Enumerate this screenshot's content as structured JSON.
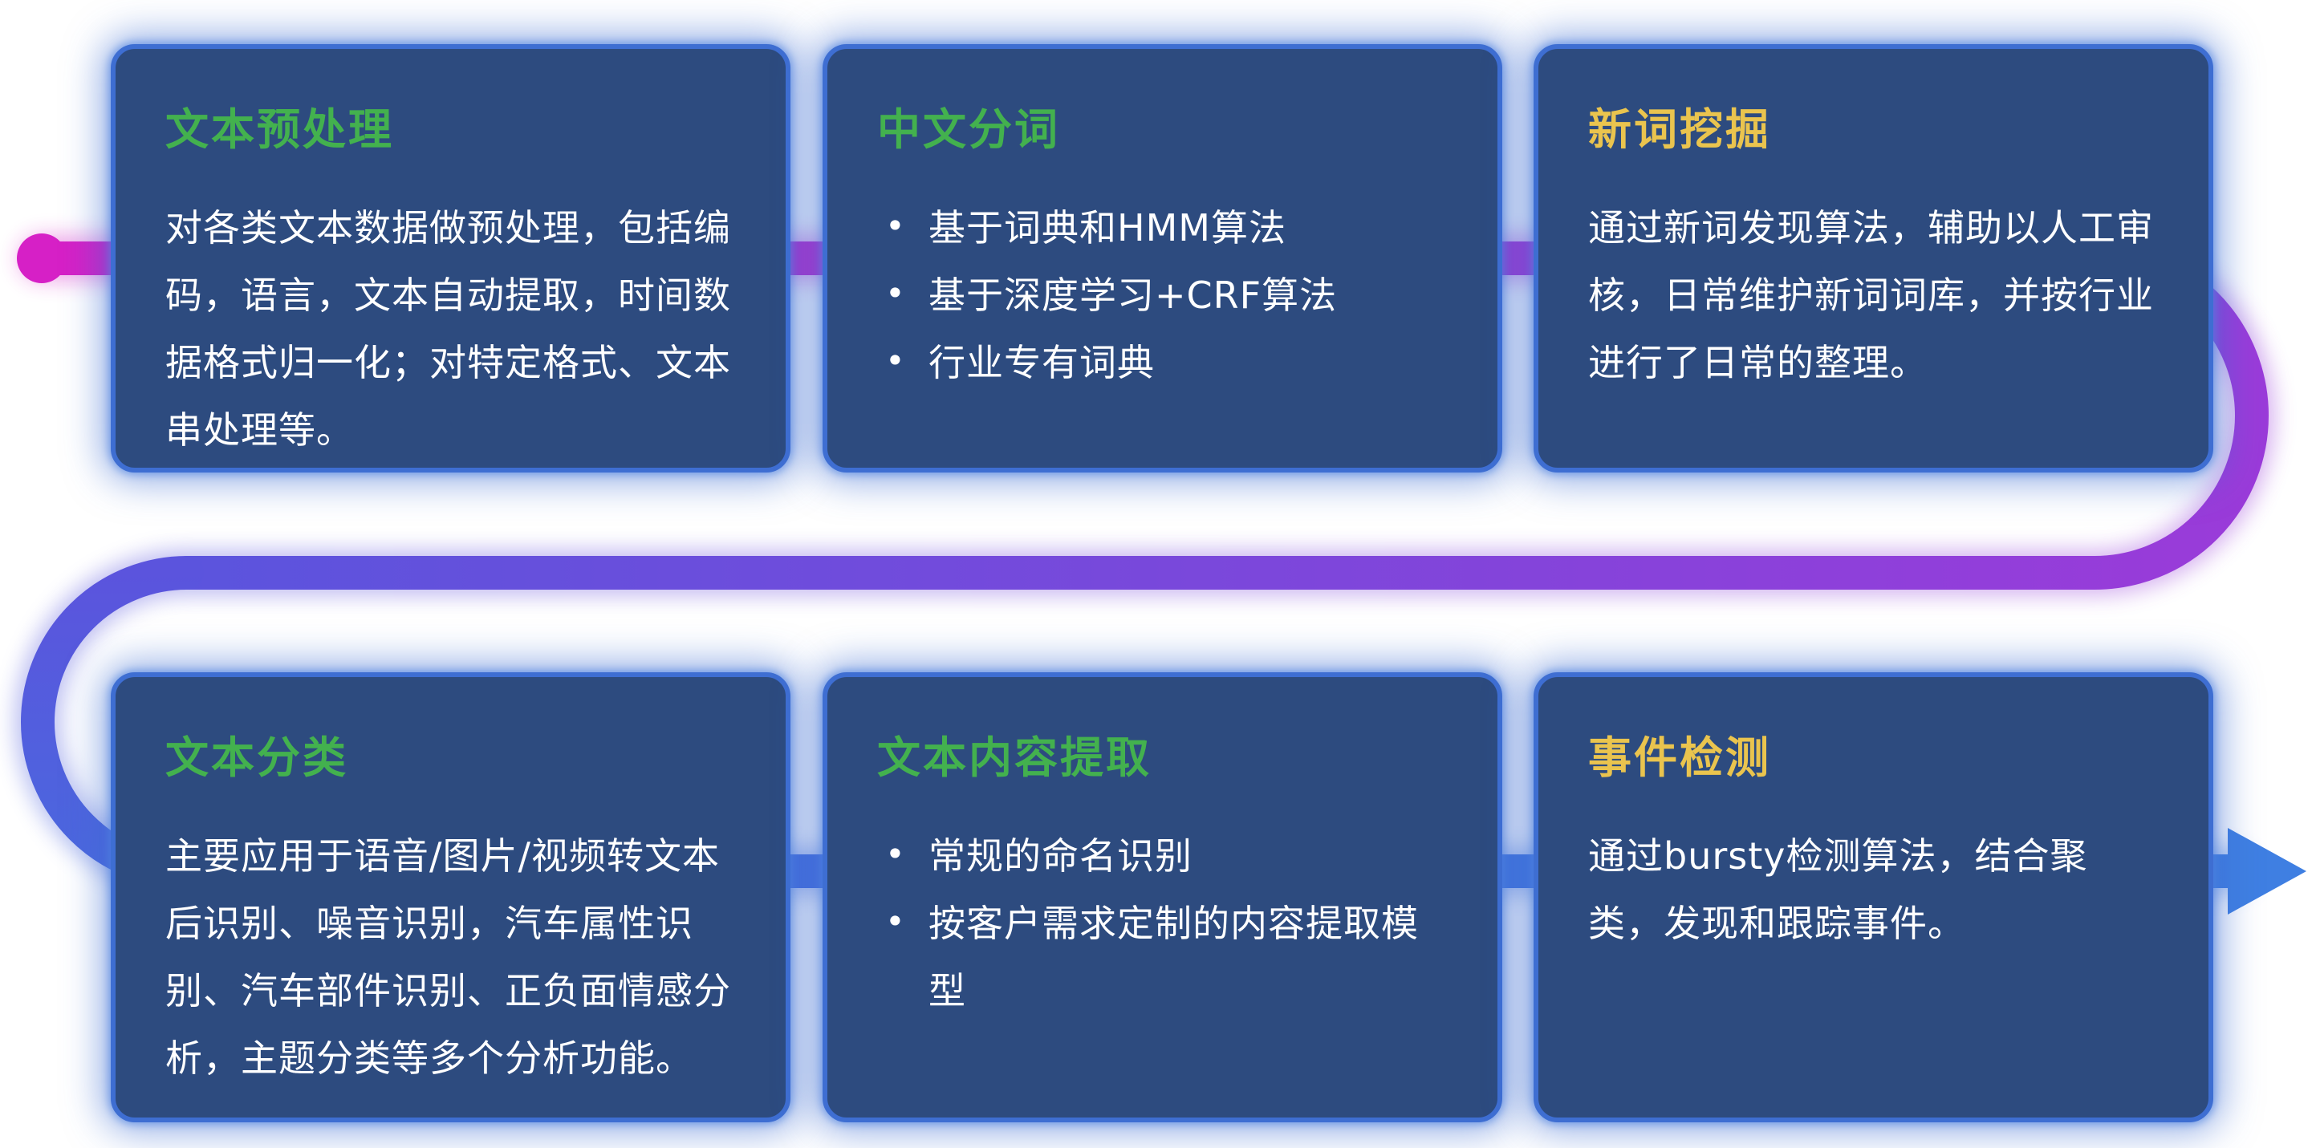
{
  "cards": [
    {
      "id": "text-preprocessing",
      "title": "文本预处理",
      "title_color": "green",
      "body": "对各类文本数据做预处理，包括编码，语言，文本自动提取，时间数据格式归一化；对特定格式、文本串处理等。"
    },
    {
      "id": "chinese-word-segmentation",
      "title": "中文分词",
      "title_color": "green",
      "bullets": [
        "基于词典和HMM算法",
        "基于深度学习+CRF算法",
        "行业专有词典"
      ]
    },
    {
      "id": "new-word-mining",
      "title": "新词挖掘",
      "title_color": "yellow",
      "body": "通过新词发现算法，辅助以人工审核，日常维护新词词库，并按行业进行了日常的整理。"
    },
    {
      "id": "text-classification",
      "title": "文本分类",
      "title_color": "green",
      "body": "主要应用于语音/图片/视频转文本后识别、噪音识别，汽车属性识别、汽车部件识别、正负面情感分析，主题分类等多个分析功能。"
    },
    {
      "id": "text-content-extraction",
      "title": "文本内容提取",
      "title_color": "green",
      "bullets": [
        "常规的命名识别",
        "按客户需求定制的内容提取模型"
      ]
    },
    {
      "id": "event-detection",
      "title": "事件检测",
      "title_color": "yellow",
      "body": "通过bursty检测算法，结合聚类，发现和跟踪事件。"
    }
  ],
  "flow": {
    "start_marker": "dot",
    "end_marker": "right-arrow",
    "colors": {
      "magenta": "#d620c6",
      "violet": "#9a3bd9",
      "indigo": "#5b54dd",
      "blue": "#4a68de",
      "arrow_blue": "#3f7fe2"
    }
  },
  "theme": {
    "card_background": "#2d4b7f",
    "card_border": "#3e6ed2",
    "title_green": "#43b14e",
    "title_yellow": "#eac44e",
    "body_text": "#ffffff"
  }
}
